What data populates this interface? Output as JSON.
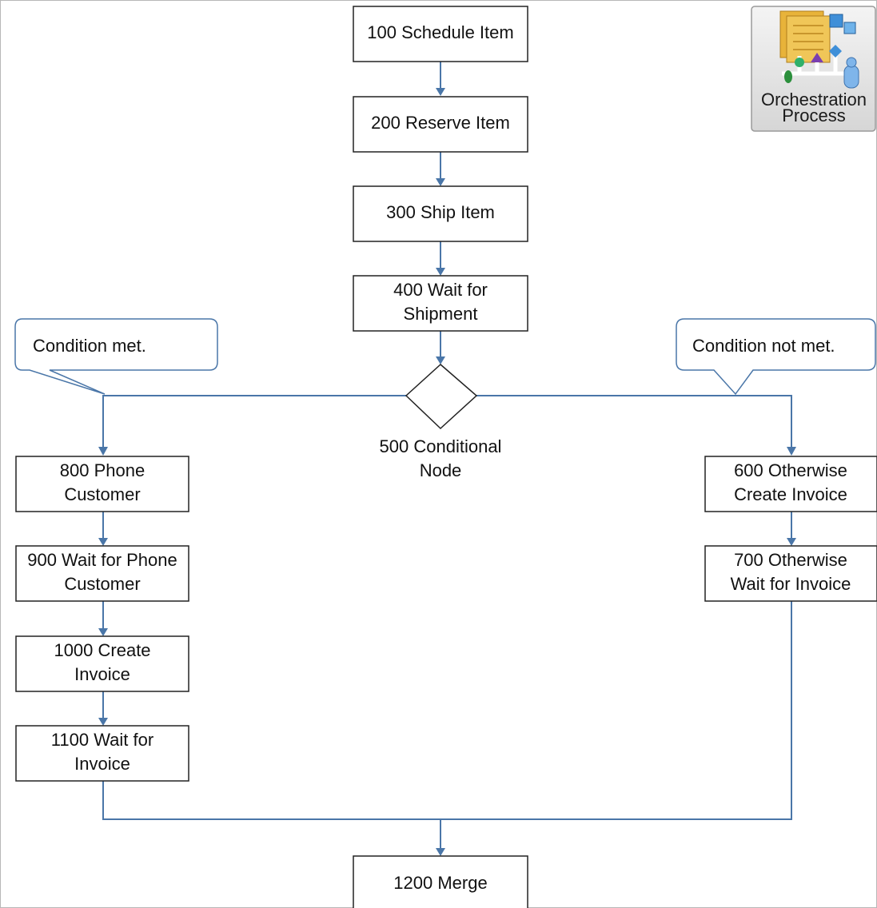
{
  "nodes": {
    "n100": [
      "100 Schedule Item"
    ],
    "n200": [
      "200 Reserve  Item"
    ],
    "n300": [
      "300 Ship Item"
    ],
    "n400": [
      "400 Wait for",
      "Shipment"
    ],
    "n500": [
      "500 Conditional",
      "Node"
    ],
    "n600": [
      "600 Otherwise",
      "Create Invoice"
    ],
    "n700": [
      "700 Otherwise",
      "Wait for Invoice"
    ],
    "n800": [
      "800 Phone",
      "Customer"
    ],
    "n900": [
      "900 Wait for Phone",
      "Customer"
    ],
    "n1000": [
      "1000 Create",
      "Invoice"
    ],
    "n1100": [
      "1100 Wait for",
      "Invoice"
    ],
    "n1200": [
      "1200 Merge"
    ]
  },
  "callouts": {
    "met": "Condition  met.",
    "not_met": "Condition  not met."
  },
  "icon": {
    "name": "orchestration-process-icon",
    "label_lines": [
      "Orchestration",
      "Process"
    ]
  },
  "colors": {
    "connector": "#4a76a8",
    "box_border": "#222222"
  }
}
